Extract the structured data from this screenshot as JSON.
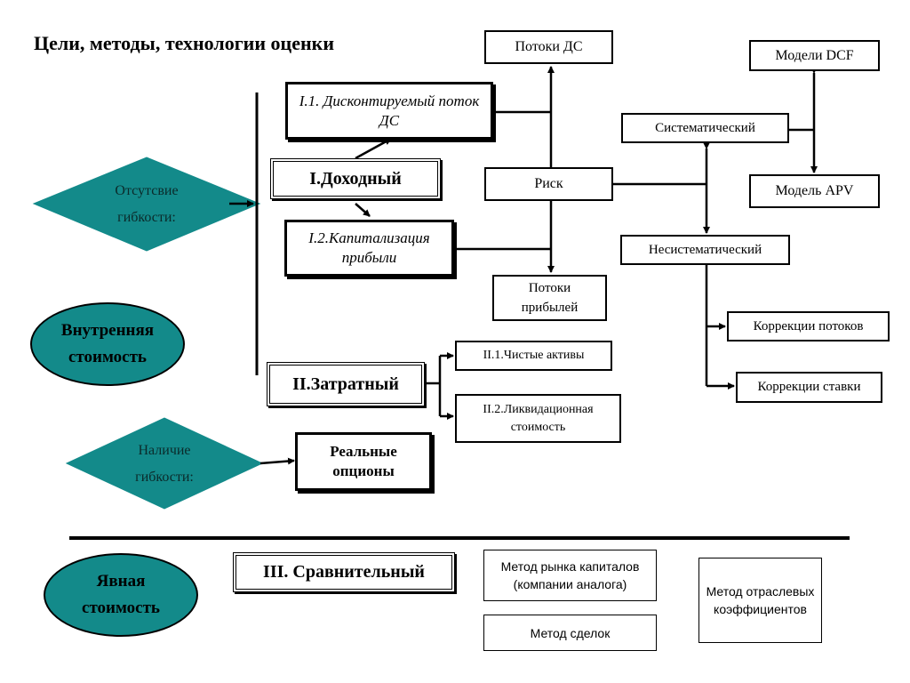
{
  "title": "Цели, методы, технологии оценки",
  "income": {
    "main": "I.Доходный",
    "dcf_flow": "I.1. Дисконтируемый поток ДС",
    "capitalization": "I.2.Капитализация прибыли"
  },
  "cost": {
    "main": "II.Затратный",
    "net_assets": "II.1.Чистые активы",
    "liquidation": "II.2.Ликвидационная стоимость"
  },
  "comparative": {
    "main": "III.  Сравнительный",
    "capital_market": "Метод рынка капиталов (компании аналога)",
    "deals": "Метод сделок",
    "industry_ratios": "Метод отраслевых коэффициентов"
  },
  "real_options": "Реальные опционы",
  "risk": {
    "cash_flows": "Потоки ДС",
    "risk": "Риск",
    "profit_flows": "Потоки прибылей",
    "systematic": "Систематический",
    "unsystematic": "Несистематический",
    "dcf_models": "Модели DCF",
    "apv_model": "Модель APV",
    "flow_correction": "Коррекции  потоков",
    "rate_correction": "Коррекции  ставки"
  },
  "ellipses": {
    "intrinsic": "Внутренняя стоимость",
    "explicit": "Явная стоимость"
  },
  "diamonds": {
    "no_flexibility": "Отсутсвие гибкости:",
    "flexibility": "Наличие гибкости:"
  },
  "colors": {
    "teal": "#138a8a",
    "line": "#000000"
  }
}
